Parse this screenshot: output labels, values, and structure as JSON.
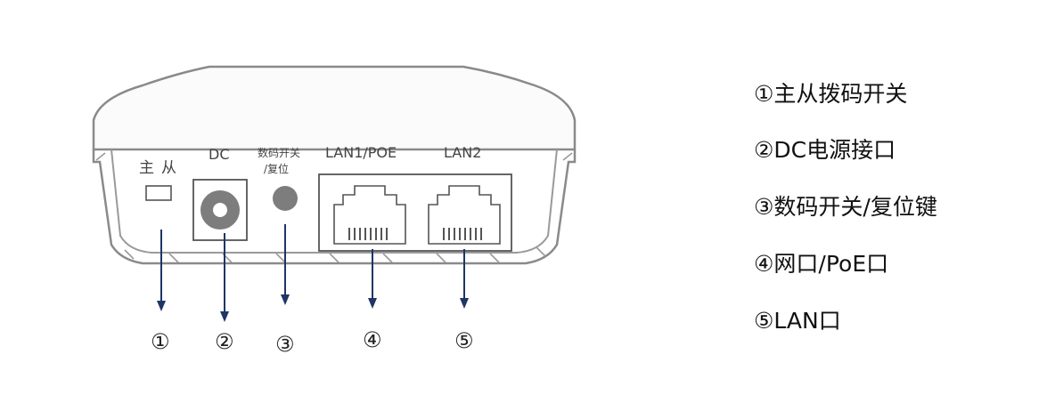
{
  "device": {
    "label_master": "主",
    "label_slave": "从",
    "label_dc": "DC",
    "label_switch_line1": "数码开关",
    "label_switch_line2": "/复位",
    "label_lan1": "LAN1/POE",
    "label_lan2": "LAN2"
  },
  "callouts": [
    "①",
    "②",
    "③",
    "④",
    "⑤"
  ],
  "legend": [
    "①主从拨码开关",
    "②DC电源接口",
    "③数码开关/复位键",
    "④网口/PoE口",
    "⑤LAN口"
  ],
  "colors": {
    "arrow": "#1f3566",
    "outline": "#8a8a8a",
    "port_dark": "#7a7a7a"
  }
}
